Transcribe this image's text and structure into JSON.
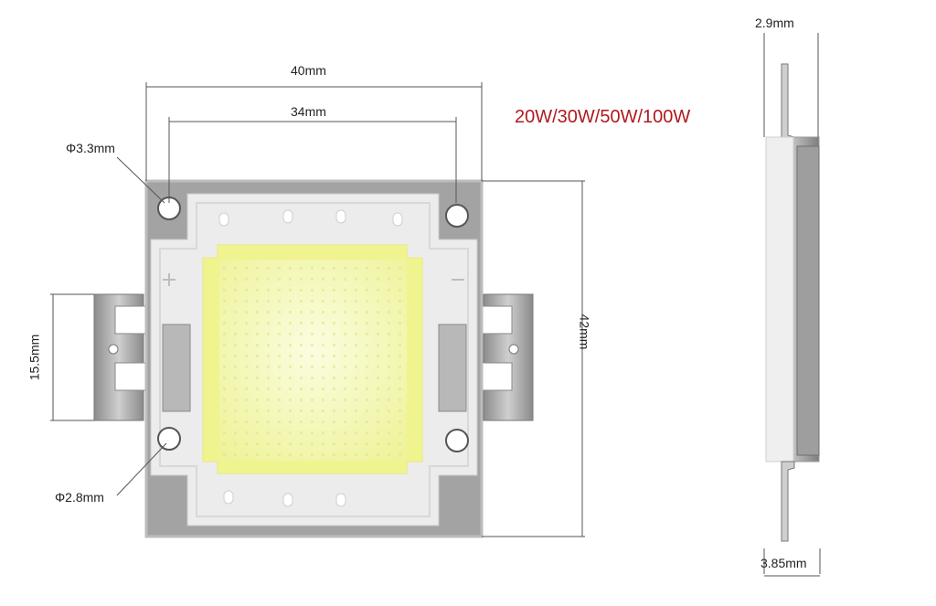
{
  "dimensions": {
    "overall_width": "40mm",
    "led_pitch": "34mm",
    "overall_height": "42mm",
    "terminal_width": "15.5mm",
    "mount_hole_large": "Φ3.3mm",
    "mount_hole_small": "Φ2.8mm",
    "lead_thickness": "2.9mm",
    "body_thickness": "3.85mm"
  },
  "power_ratings": "20W/30W/50W/100W",
  "colors": {
    "dimension_line": "#555555",
    "power_text": "#b0191e",
    "emitter": "#f4f7b0",
    "substrate": "#ededed",
    "metal": "#a9a9a9"
  },
  "icons": [
    "plus-polarity-icon",
    "minus-polarity-icon"
  ]
}
